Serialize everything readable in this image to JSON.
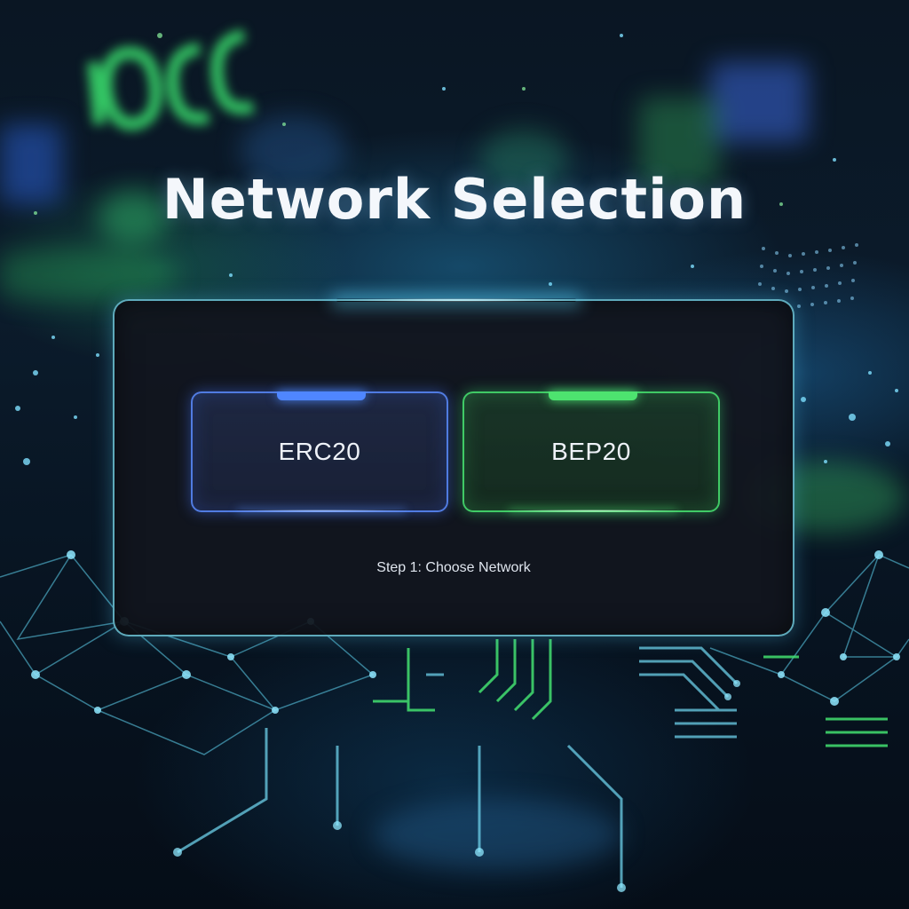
{
  "page": {
    "title": "Network Selection"
  },
  "panel": {
    "options": [
      {
        "label": "ERC20",
        "accent": "#4f86ff"
      },
      {
        "label": "BEP20",
        "accent": "#4de36f"
      }
    ],
    "step_label": "Step 1: Choose Network"
  },
  "colors": {
    "background": "#07111c",
    "panel_border": "#78dcf0",
    "title_text": "#f4f7fb"
  }
}
